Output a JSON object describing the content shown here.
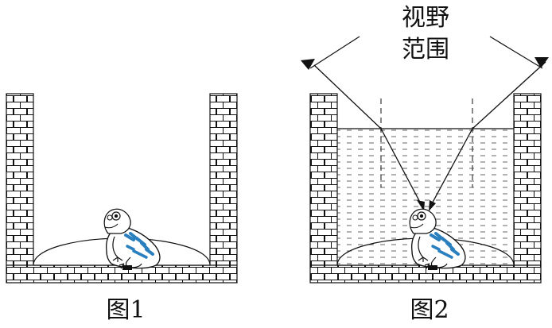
{
  "figure1": {
    "caption": "图1"
  },
  "figure2": {
    "caption": "图2",
    "annotation_line1": "视野",
    "annotation_line2": "范围"
  },
  "colors": {
    "ink": "#111111",
    "brick": "#111111",
    "water": "#ffffff",
    "frog_spots": "#2a7fbf"
  },
  "icons": {
    "frog": "frog-icon",
    "wall": "brick-wall",
    "water": "water-fill"
  }
}
